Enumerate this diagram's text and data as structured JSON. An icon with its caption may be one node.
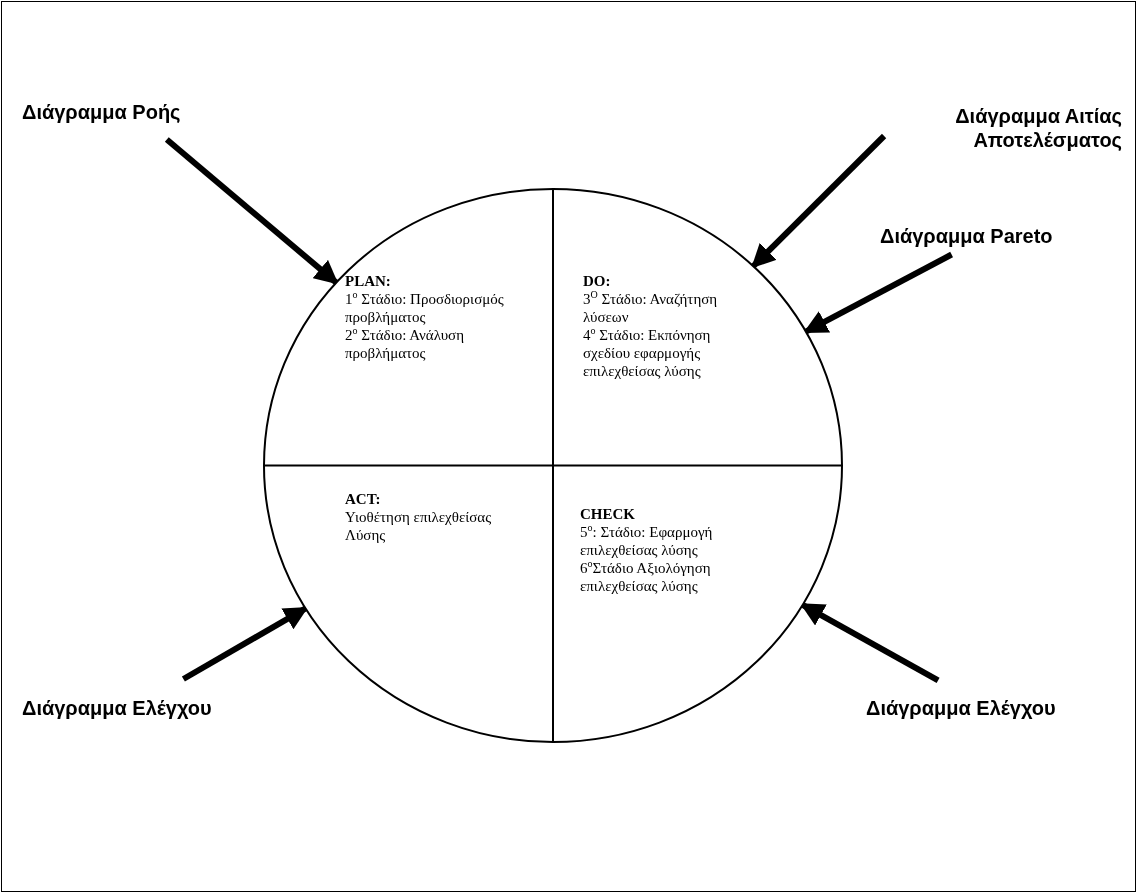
{
  "diagram": {
    "nodes": [
      {
        "text": [],
        "shape": "circle"
      },
      {
        "text": [
          "PLAN:",
          "1$^{o}$ Στάδιο: Προσδιορισμός προβλήματος",
          "2$^{o}$ Στάδιο: Ανάλυση προβλήματος"
        ],
        "in": 0
      },
      {
        "text": [
          "DO:",
          "3$^{O}$ Στάδιο: Αναζήτηση λύσεων",
          "4$^{o}$ Στάδιο: Εκπόνηση σχεδίου εφαρμογής επιλεχθείσας λύσης"
        ],
        "in": 0
      },
      {
        "text": [
          "ACT:",
          "Υιοθέτηση επιλεχθείσας Λύσης"
        ],
        "in": 0
      },
      {
        "text": [
          "CHECK",
          "5$^{o}$: Στάδιο: Εφαρμογή επιλεχθείσας λύσης",
          "6$^{o}$Στάδιο Αξιολόγηση επιλεχθείσας λύσης"
        ],
        "in": 0
      },
      {
        "text": [
          "Διάγραμμα Ροής"
        ]
      },
      {
        "text": [
          "Διάγραμμα Αιτίας Αποτελέσματος"
        ]
      },
      {
        "text": [
          "Διάγραμμα Pareto"
        ]
      },
      {
        "text": [
          "Διάγραμμα Ελέγχου"
        ]
      },
      {
        "text": [
          "Διάγραμμα Ελέγχου"
        ]
      }
    ],
    "edges": [
      {
        "from": 5,
        "to": 0,
        "arrow": "to"
      },
      {
        "from": 6,
        "to": 0,
        "arrow": "to"
      },
      {
        "from": 7,
        "to": 0,
        "arrow": "to"
      },
      {
        "from": 8,
        "to": 0,
        "arrow": "to"
      },
      {
        "from": 9,
        "to": 0,
        "arrow": "to"
      }
    ]
  }
}
